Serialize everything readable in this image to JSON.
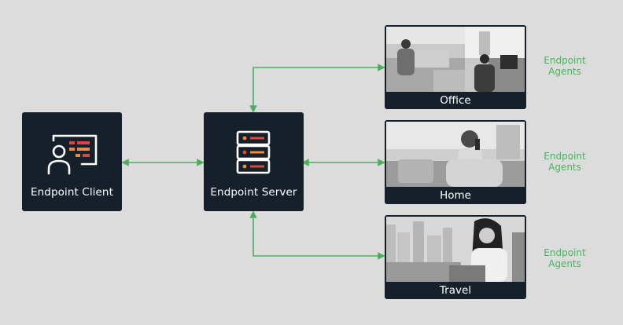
{
  "colors": {
    "background": "#dcdcdc",
    "box": "#15202b",
    "connector": "#4caf5e",
    "agent_text": "#49b35e",
    "icon_orange": "#f0893a",
    "icon_red": "#e0473c"
  },
  "nodes": {
    "client": {
      "label": "Endpoint Client",
      "icon": "user-dashboard-icon"
    },
    "server": {
      "label": "Endpoint Server",
      "icon": "server-rack-icon"
    }
  },
  "locations": [
    {
      "label": "Office",
      "agents_label": "Endpoint Agents",
      "photo": "office-photo"
    },
    {
      "label": "Home",
      "agents_label": "Endpoint Agents",
      "photo": "home-photo"
    },
    {
      "label": "Travel",
      "agents_label": "Endpoint Agents",
      "photo": "travel-photo"
    }
  ]
}
